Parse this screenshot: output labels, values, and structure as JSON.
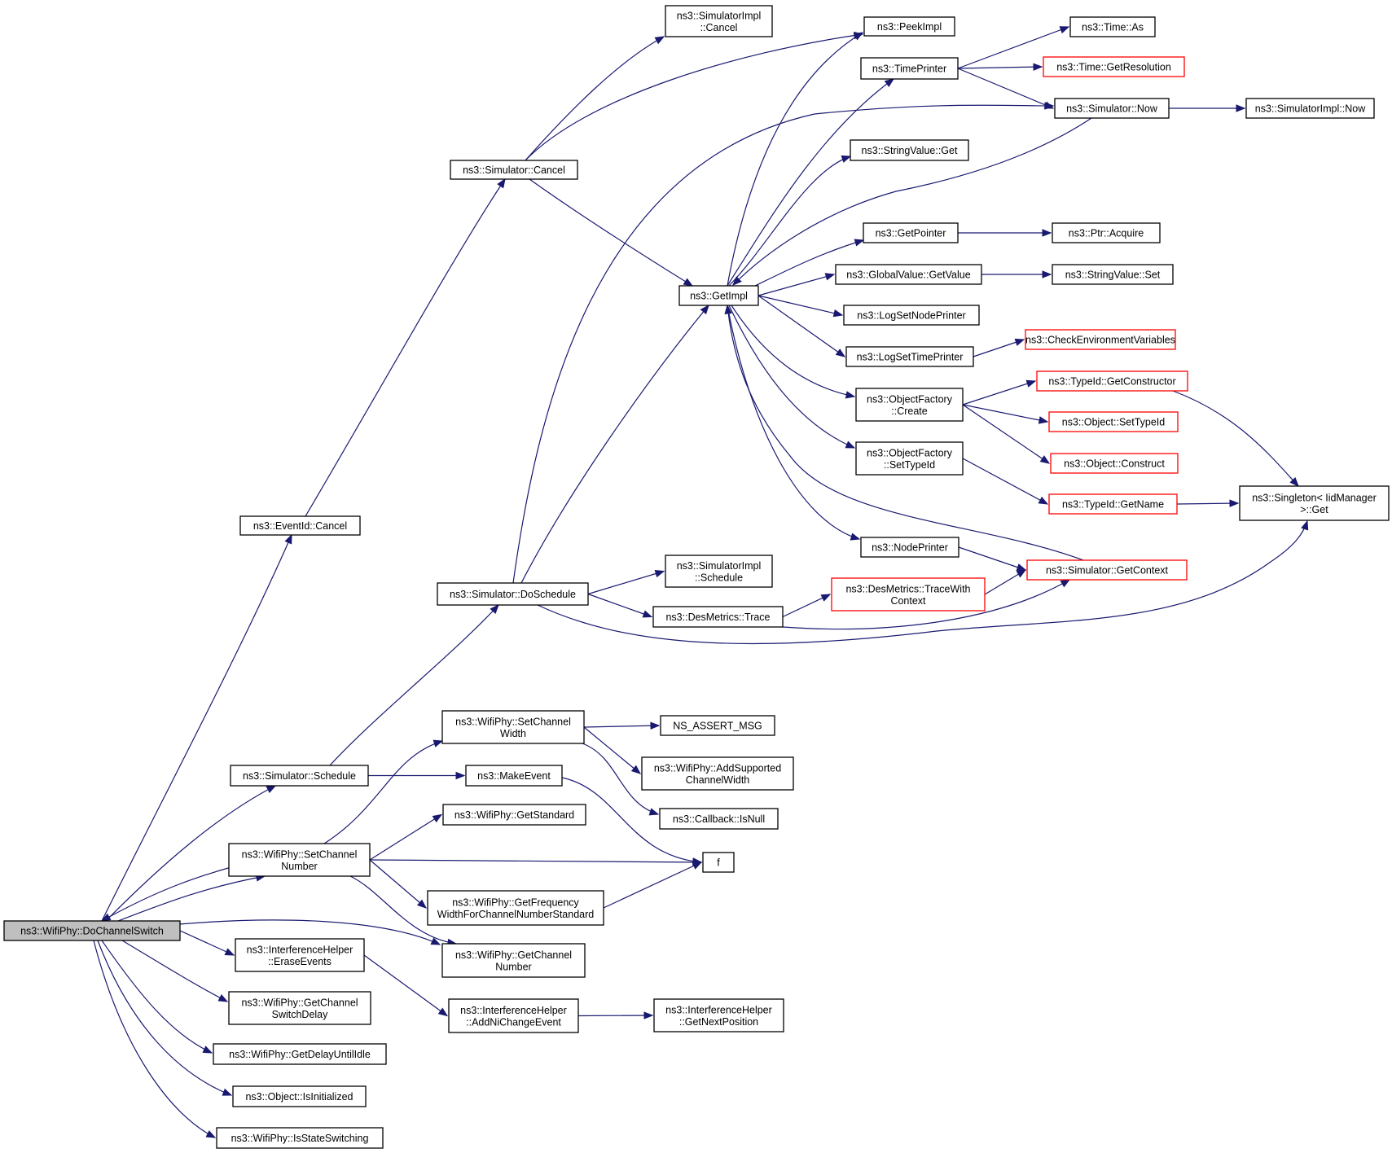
{
  "colors": {
    "edge": "#191970",
    "border_default": "#000000",
    "border_truncated": "#ff0000",
    "root_fill": "#bfbfbf",
    "fill": "#ffffff"
  },
  "nodes": [
    {
      "id": "root",
      "lines": [
        "ns3::WifiPhy::DoChannelSwitch"
      ],
      "root": true
    },
    {
      "id": "eventid_cancel",
      "lines": [
        "ns3::EventId::Cancel"
      ]
    },
    {
      "id": "sim_cancel",
      "lines": [
        "ns3::Simulator::Cancel"
      ]
    },
    {
      "id": "simimpl_cancel",
      "lines": [
        "ns3::SimulatorImpl",
        "::Cancel"
      ]
    },
    {
      "id": "peekimpl",
      "lines": [
        "ns3::PeekImpl"
      ]
    },
    {
      "id": "getimpl",
      "lines": [
        "ns3::GetImpl"
      ]
    },
    {
      "id": "timeprinter",
      "lines": [
        "ns3::TimePrinter"
      ]
    },
    {
      "id": "time_as",
      "lines": [
        "ns3::Time::As"
      ]
    },
    {
      "id": "time_getres",
      "lines": [
        "ns3::Time::GetResolution"
      ],
      "truncated": true
    },
    {
      "id": "sim_now",
      "lines": [
        "ns3::Simulator::Now"
      ]
    },
    {
      "id": "simimpl_now",
      "lines": [
        "ns3::SimulatorImpl::Now"
      ]
    },
    {
      "id": "stringvalue_get",
      "lines": [
        "ns3::StringValue::Get"
      ]
    },
    {
      "id": "getpointer",
      "lines": [
        "ns3::GetPointer"
      ]
    },
    {
      "id": "ptr_acquire",
      "lines": [
        "ns3::Ptr::Acquire"
      ]
    },
    {
      "id": "gv_getvalue",
      "lines": [
        "ns3::GlobalValue::GetValue"
      ]
    },
    {
      "id": "stringvalue_set",
      "lines": [
        "ns3::StringValue::Set"
      ]
    },
    {
      "id": "logsetnodeprinter",
      "lines": [
        "ns3::LogSetNodePrinter"
      ]
    },
    {
      "id": "logsettimeprinter",
      "lines": [
        "ns3::LogSetTimePrinter"
      ]
    },
    {
      "id": "checkenv",
      "lines": [
        "ns3::CheckEnvironmentVariables"
      ],
      "truncated": true
    },
    {
      "id": "objfactory_create",
      "lines": [
        "ns3::ObjectFactory",
        "::Create"
      ]
    },
    {
      "id": "typeid_getconstructor",
      "lines": [
        "ns3::TypeId::GetConstructor"
      ],
      "truncated": true
    },
    {
      "id": "object_settypeid",
      "lines": [
        "ns3::Object::SetTypeId"
      ],
      "truncated": true
    },
    {
      "id": "object_construct",
      "lines": [
        "ns3::Object::Construct"
      ],
      "truncated": true
    },
    {
      "id": "objfactory_settypeid",
      "lines": [
        "ns3::ObjectFactory",
        "::SetTypeId"
      ]
    },
    {
      "id": "typeid_getname",
      "lines": [
        "ns3::TypeId::GetName"
      ],
      "truncated": true
    },
    {
      "id": "singleton_get",
      "lines": [
        "ns3::Singleton< IidManager",
        ">::Get"
      ]
    },
    {
      "id": "nodeprinter",
      "lines": [
        "ns3::NodePrinter"
      ]
    },
    {
      "id": "sim_getcontext",
      "lines": [
        "ns3::Simulator::GetContext"
      ],
      "truncated": true
    },
    {
      "id": "simimpl_schedule",
      "lines": [
        "ns3::SimulatorImpl",
        "::Schedule"
      ]
    },
    {
      "id": "sim_doschedule",
      "lines": [
        "ns3::Simulator::DoSchedule"
      ]
    },
    {
      "id": "desmetrics_trace",
      "lines": [
        "ns3::DesMetrics::Trace"
      ]
    },
    {
      "id": "desmetrics_tracewith",
      "lines": [
        "ns3::DesMetrics::TraceWith",
        "Context"
      ],
      "truncated": true
    },
    {
      "id": "wifi_setchannelwidth",
      "lines": [
        "ns3::WifiPhy::SetChannel",
        "Width"
      ]
    },
    {
      "id": "ns_assert_msg",
      "lines": [
        "NS_ASSERT_MSG"
      ]
    },
    {
      "id": "wifi_addsupported",
      "lines": [
        "ns3::WifiPhy::AddSupported",
        "ChannelWidth"
      ]
    },
    {
      "id": "callback_isnull",
      "lines": [
        "ns3::Callback::IsNull"
      ]
    },
    {
      "id": "sim_schedule",
      "lines": [
        "ns3::Simulator::Schedule"
      ]
    },
    {
      "id": "makeevent",
      "lines": [
        "ns3::MakeEvent"
      ]
    },
    {
      "id": "wifi_getstandard",
      "lines": [
        "ns3::WifiPhy::GetStandard"
      ]
    },
    {
      "id": "wifi_setchannelnumber",
      "lines": [
        "ns3::WifiPhy::SetChannel",
        "Number"
      ]
    },
    {
      "id": "f",
      "lines": [
        "f"
      ]
    },
    {
      "id": "wifi_getfreqwidth",
      "lines": [
        "ns3::WifiPhy::GetFrequency",
        "WidthForChannelNumberStandard"
      ]
    },
    {
      "id": "wifi_getchannelnumber",
      "lines": [
        "ns3::WifiPhy::GetChannel",
        "Number"
      ]
    },
    {
      "id": "ih_eraseevents",
      "lines": [
        "ns3::InterferenceHelper",
        "::EraseEvents"
      ]
    },
    {
      "id": "ih_addnichange",
      "lines": [
        "ns3::InterferenceHelper",
        "::AddNiChangeEvent"
      ]
    },
    {
      "id": "ih_getnextpos",
      "lines": [
        "ns3::InterferenceHelper",
        "::GetNextPosition"
      ]
    },
    {
      "id": "wifi_getswitchdelay",
      "lines": [
        "ns3::WifiPhy::GetChannel",
        "SwitchDelay"
      ]
    },
    {
      "id": "wifi_getdelayuntilidle",
      "lines": [
        "ns3::WifiPhy::GetDelayUntilIdle"
      ]
    },
    {
      "id": "object_isinitialized",
      "lines": [
        "ns3::Object::IsInitialized"
      ]
    },
    {
      "id": "wifi_isstateswitching",
      "lines": [
        "ns3::WifiPhy::IsStateSwitching"
      ]
    }
  ],
  "edges": [
    [
      "root",
      "eventid_cancel"
    ],
    [
      "root",
      "sim_schedule"
    ],
    [
      "root",
      "wifi_setchannelnumber"
    ],
    [
      "root",
      "wifi_getchannelnumber"
    ],
    [
      "root",
      "ih_eraseevents"
    ],
    [
      "root",
      "wifi_getswitchdelay"
    ],
    [
      "root",
      "wifi_getdelayuntilidle"
    ],
    [
      "root",
      "object_isinitialized"
    ],
    [
      "root",
      "wifi_isstateswitching"
    ],
    [
      "eventid_cancel",
      "sim_cancel"
    ],
    [
      "sim_cancel",
      "simimpl_cancel"
    ],
    [
      "sim_cancel",
      "peekimpl"
    ],
    [
      "sim_cancel",
      "getimpl"
    ],
    [
      "getimpl",
      "peekimpl"
    ],
    [
      "getimpl",
      "timeprinter"
    ],
    [
      "getimpl",
      "stringvalue_get"
    ],
    [
      "getimpl",
      "getpointer"
    ],
    [
      "getimpl",
      "gv_getvalue"
    ],
    [
      "getimpl",
      "logsetnodeprinter"
    ],
    [
      "getimpl",
      "logsettimeprinter"
    ],
    [
      "getimpl",
      "objfactory_create"
    ],
    [
      "getimpl",
      "objfactory_settypeid"
    ],
    [
      "getimpl",
      "nodeprinter"
    ],
    [
      "sim_now",
      "getimpl"
    ],
    [
      "sim_getcontext",
      "getimpl"
    ],
    [
      "timeprinter",
      "time_as"
    ],
    [
      "timeprinter",
      "time_getres"
    ],
    [
      "timeprinter",
      "sim_now"
    ],
    [
      "sim_now",
      "simimpl_now"
    ],
    [
      "getpointer",
      "ptr_acquire"
    ],
    [
      "gv_getvalue",
      "stringvalue_set"
    ],
    [
      "logsettimeprinter",
      "checkenv"
    ],
    [
      "objfactory_create",
      "typeid_getconstructor"
    ],
    [
      "objfactory_create",
      "object_settypeid"
    ],
    [
      "objfactory_create",
      "object_construct"
    ],
    [
      "typeid_getconstructor",
      "singleton_get"
    ],
    [
      "objfactory_settypeid",
      "typeid_getname"
    ],
    [
      "typeid_getname",
      "singleton_get"
    ],
    [
      "nodeprinter",
      "sim_getcontext"
    ],
    [
      "sim_schedule",
      "sim_doschedule"
    ],
    [
      "sim_schedule",
      "makeevent"
    ],
    [
      "sim_doschedule",
      "sim_now"
    ],
    [
      "sim_doschedule",
      "getimpl"
    ],
    [
      "sim_doschedule",
      "simimpl_schedule"
    ],
    [
      "sim_doschedule",
      "desmetrics_trace"
    ],
    [
      "sim_doschedule",
      "singleton_get"
    ],
    [
      "desmetrics_trace",
      "desmetrics_tracewith"
    ],
    [
      "desmetrics_trace",
      "sim_getcontext"
    ],
    [
      "desmetrics_tracewith",
      "sim_getcontext"
    ],
    [
      "makeevent",
      "f"
    ],
    [
      "wifi_setchannelnumber",
      "root"
    ],
    [
      "wifi_setchannelnumber",
      "wifi_setchannelwidth"
    ],
    [
      "wifi_setchannelnumber",
      "wifi_getstandard"
    ],
    [
      "wifi_setchannelnumber",
      "f"
    ],
    [
      "wifi_setchannelnumber",
      "wifi_getfreqwidth"
    ],
    [
      "wifi_setchannelnumber",
      "wifi_getchannelnumber"
    ],
    [
      "wifi_setchannelwidth",
      "ns_assert_msg"
    ],
    [
      "wifi_setchannelwidth",
      "wifi_addsupported"
    ],
    [
      "wifi_setchannelwidth",
      "callback_isnull"
    ],
    [
      "wifi_getfreqwidth",
      "f"
    ],
    [
      "ih_eraseevents",
      "ih_addnichange"
    ],
    [
      "ih_addnichange",
      "ih_getnextpos"
    ]
  ]
}
